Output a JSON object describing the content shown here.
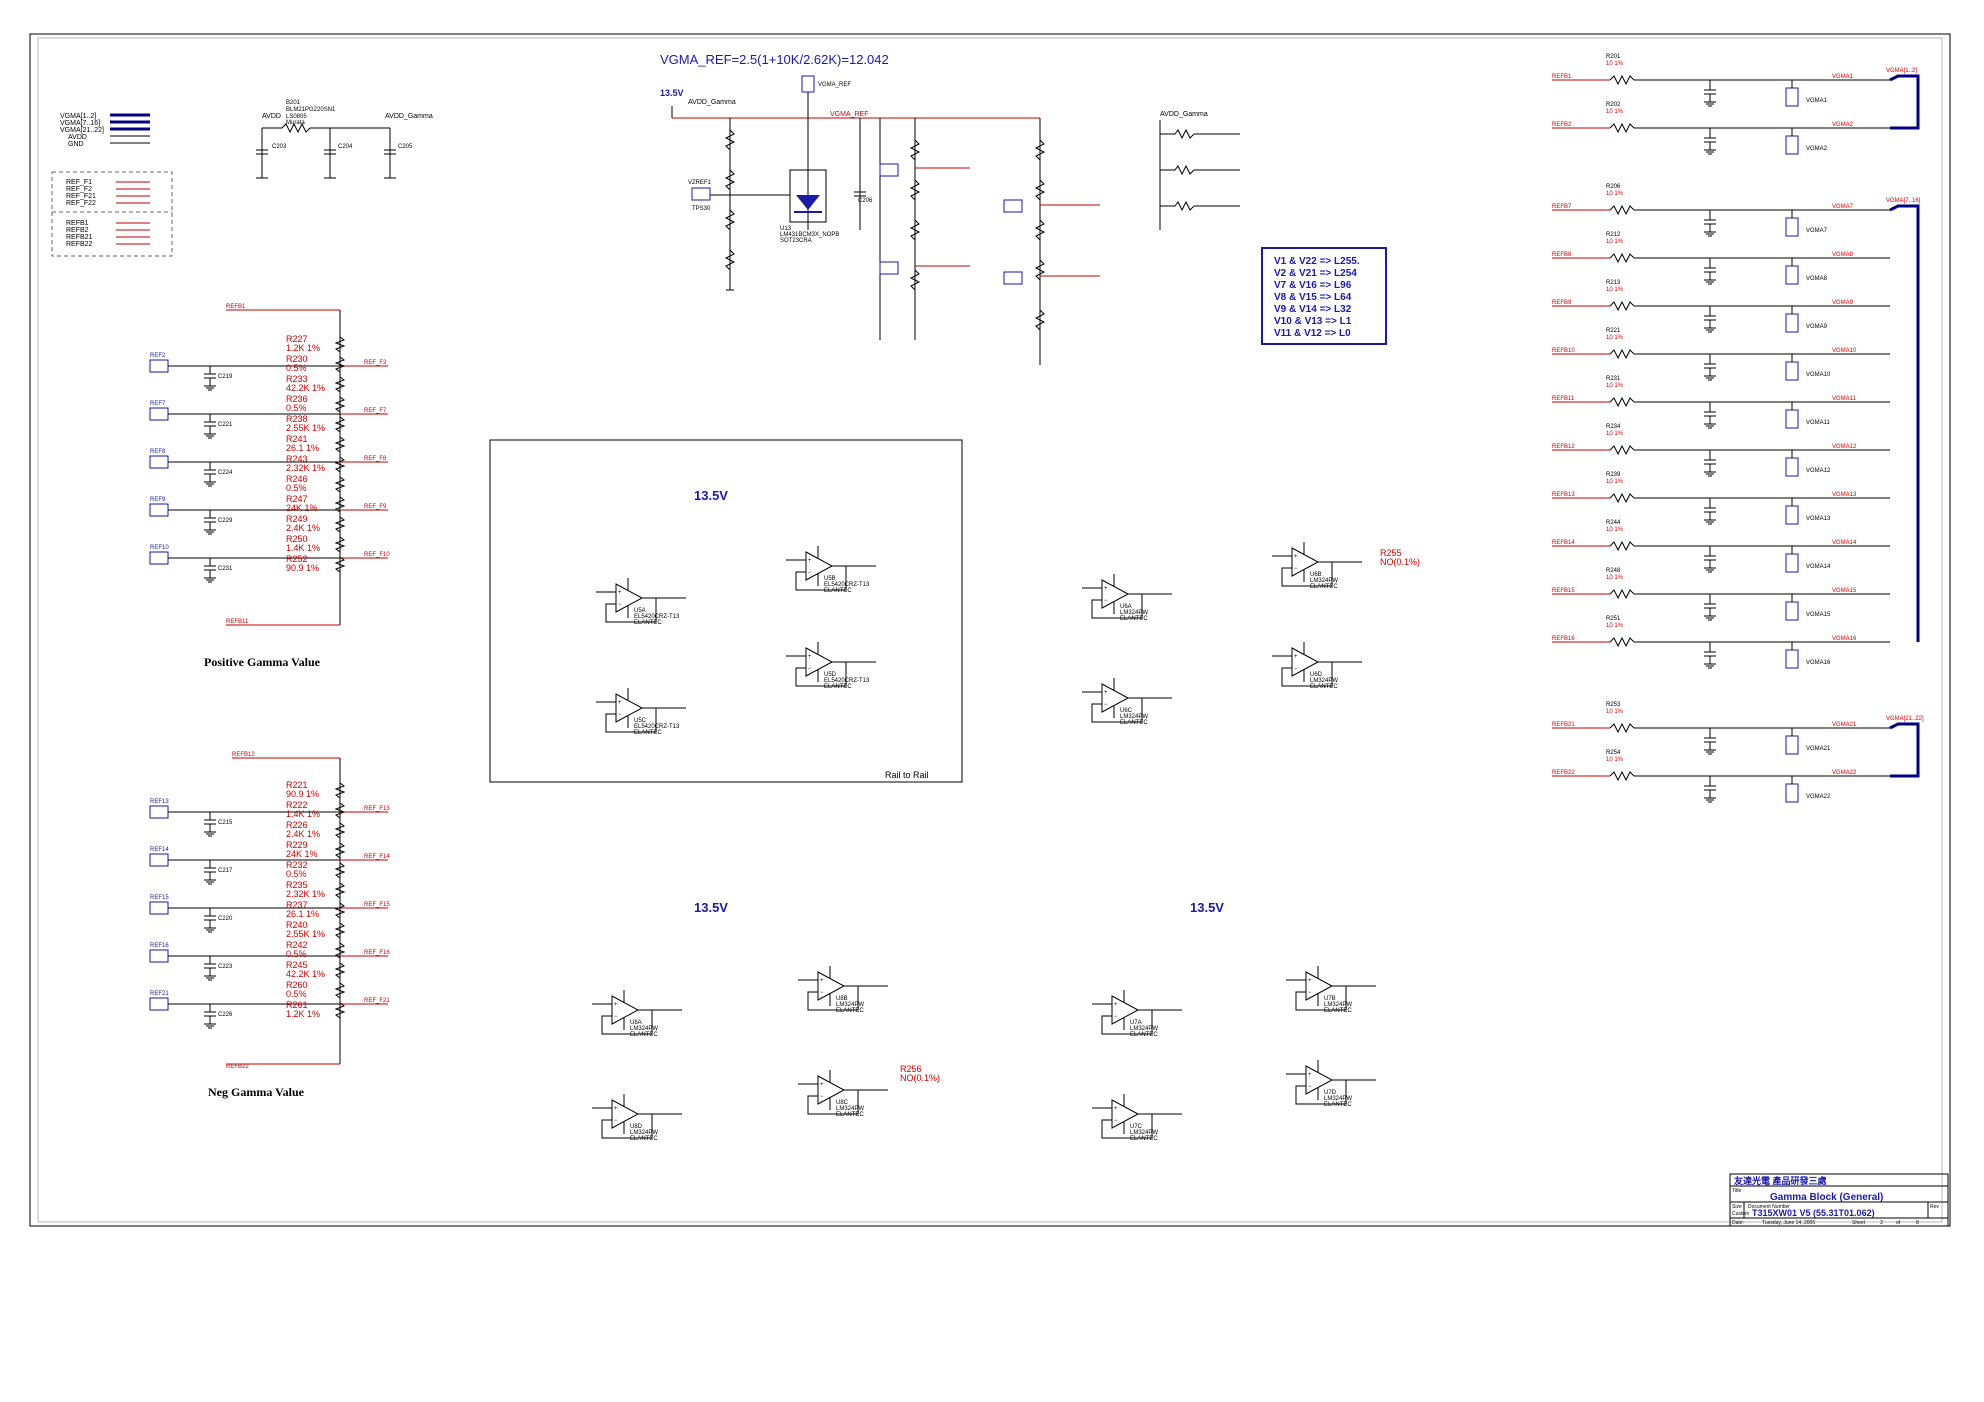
{
  "header": {
    "equation": "VGMA_REF=2.5(1+10K/2.62K)=12.042",
    "rail_voltage": "13.5V",
    "vgma_ref_net": "VGMA_REF",
    "avdd_gamma": "AVDD_Gamma",
    "avdd": "AVDD"
  },
  "sections": {
    "positive": "Positive Gamma Value",
    "negative": "Neg Gamma Value",
    "rail_to_rail": "Rail to Rail",
    "v13_5_top": "13.5V",
    "v13_5_left": "13.5V",
    "v13_5_right": "13.5V"
  },
  "mapping_box": {
    "lines": [
      "V1 & V22 => L255.",
      "V2 & V21 => L254",
      "V7 & V16 => L96",
      "V8 & V15 => L64",
      "V9 & V14 => L32",
      "V10 & V13 => L1",
      "V11 & V12 => L0"
    ]
  },
  "left_connector": {
    "labels": [
      "VGMA[1..2]",
      "VGMA[7..16]",
      "VGMA[21..22]",
      "AVDD",
      "GND"
    ],
    "ref_labels": [
      "REF_F1",
      "REF_F2",
      "REF_F21",
      "REF_F22"
    ],
    "refb_labels": [
      "REFB1",
      "REFB2",
      "REFB21",
      "REFB22"
    ]
  },
  "top_parts": {
    "bead": "B201",
    "bead_part": "BLM21PG220SN1",
    "bead_val": "LS0805",
    "bead_mfr": "Murata",
    "c_a": "C203",
    "c_b": "C204",
    "c_c": "C205",
    "regulator": "U13",
    "regulator_part": "LM431BCM3X_NOPB",
    "regulator_pkg": "SOT23CRA",
    "cap_c206": "C206",
    "tp": "TPS30",
    "vgma_pad": "VGMA_REF",
    "vpref": "VZREF1"
  },
  "pos_ladder": {
    "refs": [
      "REF2",
      "REF7",
      "REF8",
      "REF9",
      "REF10"
    ],
    "nets": [
      "REF_F2",
      "REF_F7",
      "REF_F8",
      "REF_F9",
      "REF_F10"
    ],
    "resistors": [
      {
        "name": "R227",
        "val": "1.2K 1%"
      },
      {
        "name": "R230",
        "val": "0.5%"
      },
      {
        "name": "R233",
        "val": "42.2K 1%"
      },
      {
        "name": "R236",
        "val": "0.5%"
      },
      {
        "name": "R238",
        "val": "2.55K 1%"
      },
      {
        "name": "R241",
        "val": "26.1 1%"
      },
      {
        "name": "R243",
        "val": "2.32K 1%"
      },
      {
        "name": "R246",
        "val": "0.5%"
      },
      {
        "name": "R247",
        "val": "24K 1%"
      },
      {
        "name": "R249",
        "val": "2.4K 1%"
      },
      {
        "name": "R250",
        "val": "1.4K 1%"
      },
      {
        "name": "R252",
        "val": "90.9 1%"
      }
    ],
    "caps": [
      "C219",
      "C221",
      "C224",
      "C229",
      "C231"
    ],
    "top_net": "REFB1",
    "bot_net": "REFB11"
  },
  "neg_ladder": {
    "refs": [
      "REF13",
      "REF14",
      "REF15",
      "REF16",
      "REF21"
    ],
    "nets": [
      "REF_F13",
      "REF_F14",
      "REF_F15",
      "REF_F16",
      "REF_F21"
    ],
    "resistors": [
      {
        "name": "R221",
        "val": "90.9 1%"
      },
      {
        "name": "R222",
        "val": "1.4K 1%"
      },
      {
        "name": "R226",
        "val": "2.4K 1%"
      },
      {
        "name": "R229",
        "val": "24K 1%"
      },
      {
        "name": "R232",
        "val": "0.5%"
      },
      {
        "name": "R235",
        "val": "2.32K 1%"
      },
      {
        "name": "R237",
        "val": "26.1 1%"
      },
      {
        "name": "R240",
        "val": "2.55K 1%"
      },
      {
        "name": "R242",
        "val": "0.5%"
      },
      {
        "name": "R245",
        "val": "42.2K 1%"
      },
      {
        "name": "R260",
        "val": "0.5%"
      },
      {
        "name": "R261",
        "val": "1.2K 1%"
      }
    ],
    "caps": [
      "C215",
      "C217",
      "C220",
      "C223",
      "C226"
    ],
    "top_net": "REFB12",
    "bot_net": "REFB22"
  },
  "opamps": {
    "u5a": "U5A",
    "u5b": "U5B",
    "u5c": "U5C",
    "u5d": "U5D",
    "u6a": "U6A",
    "u6b": "U6B",
    "u6c": "U6C",
    "u6d": "U6D",
    "u8a": "U8A",
    "u8b": "U8B",
    "u8c": "U8C",
    "u8d": "U8D",
    "u7a": "U7A",
    "u7b": "U7B",
    "u7c": "U7C",
    "u7d": "U7D",
    "part_el": "EL5420CRZ-T13",
    "part_lm": "LM324PW",
    "mfr": "ELANTEC",
    "r255": "R255",
    "r255_val": "NO(0.1%)",
    "r256": "R256",
    "r256_val": "NO(0.1%)"
  },
  "right_outputs": {
    "resistor_names": [
      "R201",
      "R202",
      "R206",
      "R212",
      "R213",
      "R221",
      "R231",
      "R234",
      "R239",
      "R244",
      "R248",
      "R251",
      "R253",
      "R254"
    ],
    "res_val": "10 1%",
    "vgma_names": [
      "VGMA1",
      "VGMA2",
      "VGMA7",
      "VGMA8",
      "VGMA9",
      "VGMA10",
      "VGMA11",
      "VGMA12",
      "VGMA13",
      "VGMA14",
      "VGMA15",
      "VGMA16",
      "VGMA21",
      "VGMA22"
    ],
    "ref_nets": [
      "REFB1",
      "REFB2",
      "REFB7",
      "REFB8",
      "REFB9",
      "REFB10",
      "REFB11",
      "REFB12",
      "REFB13",
      "REFB14",
      "REFB15",
      "REFB16",
      "REFB21",
      "REFB22"
    ],
    "bus_top": "VGMA[1..2]",
    "bus_mid": "VGMA[7..16]",
    "bus_bot": "VGMA[21..22]"
  },
  "title_block": {
    "company": "友達光電  產品研發三處",
    "title_label": "Title",
    "title": "Gamma Block (General)",
    "size_label": "Size",
    "size": "Custom",
    "doc_label": "Document Number",
    "doc": "T315XW01 V5 (55.31T01.062)",
    "rev_label": "Rev",
    "date_label": "Date:",
    "date": "Tuesday, June 14, 2005",
    "sheet_label": "Sheet",
    "sheet": "3",
    "of_label": "of",
    "of": "8"
  },
  "colors": {
    "net_red": "#d00000",
    "text_blue": "#1a1aa8",
    "bus": "#000080"
  }
}
